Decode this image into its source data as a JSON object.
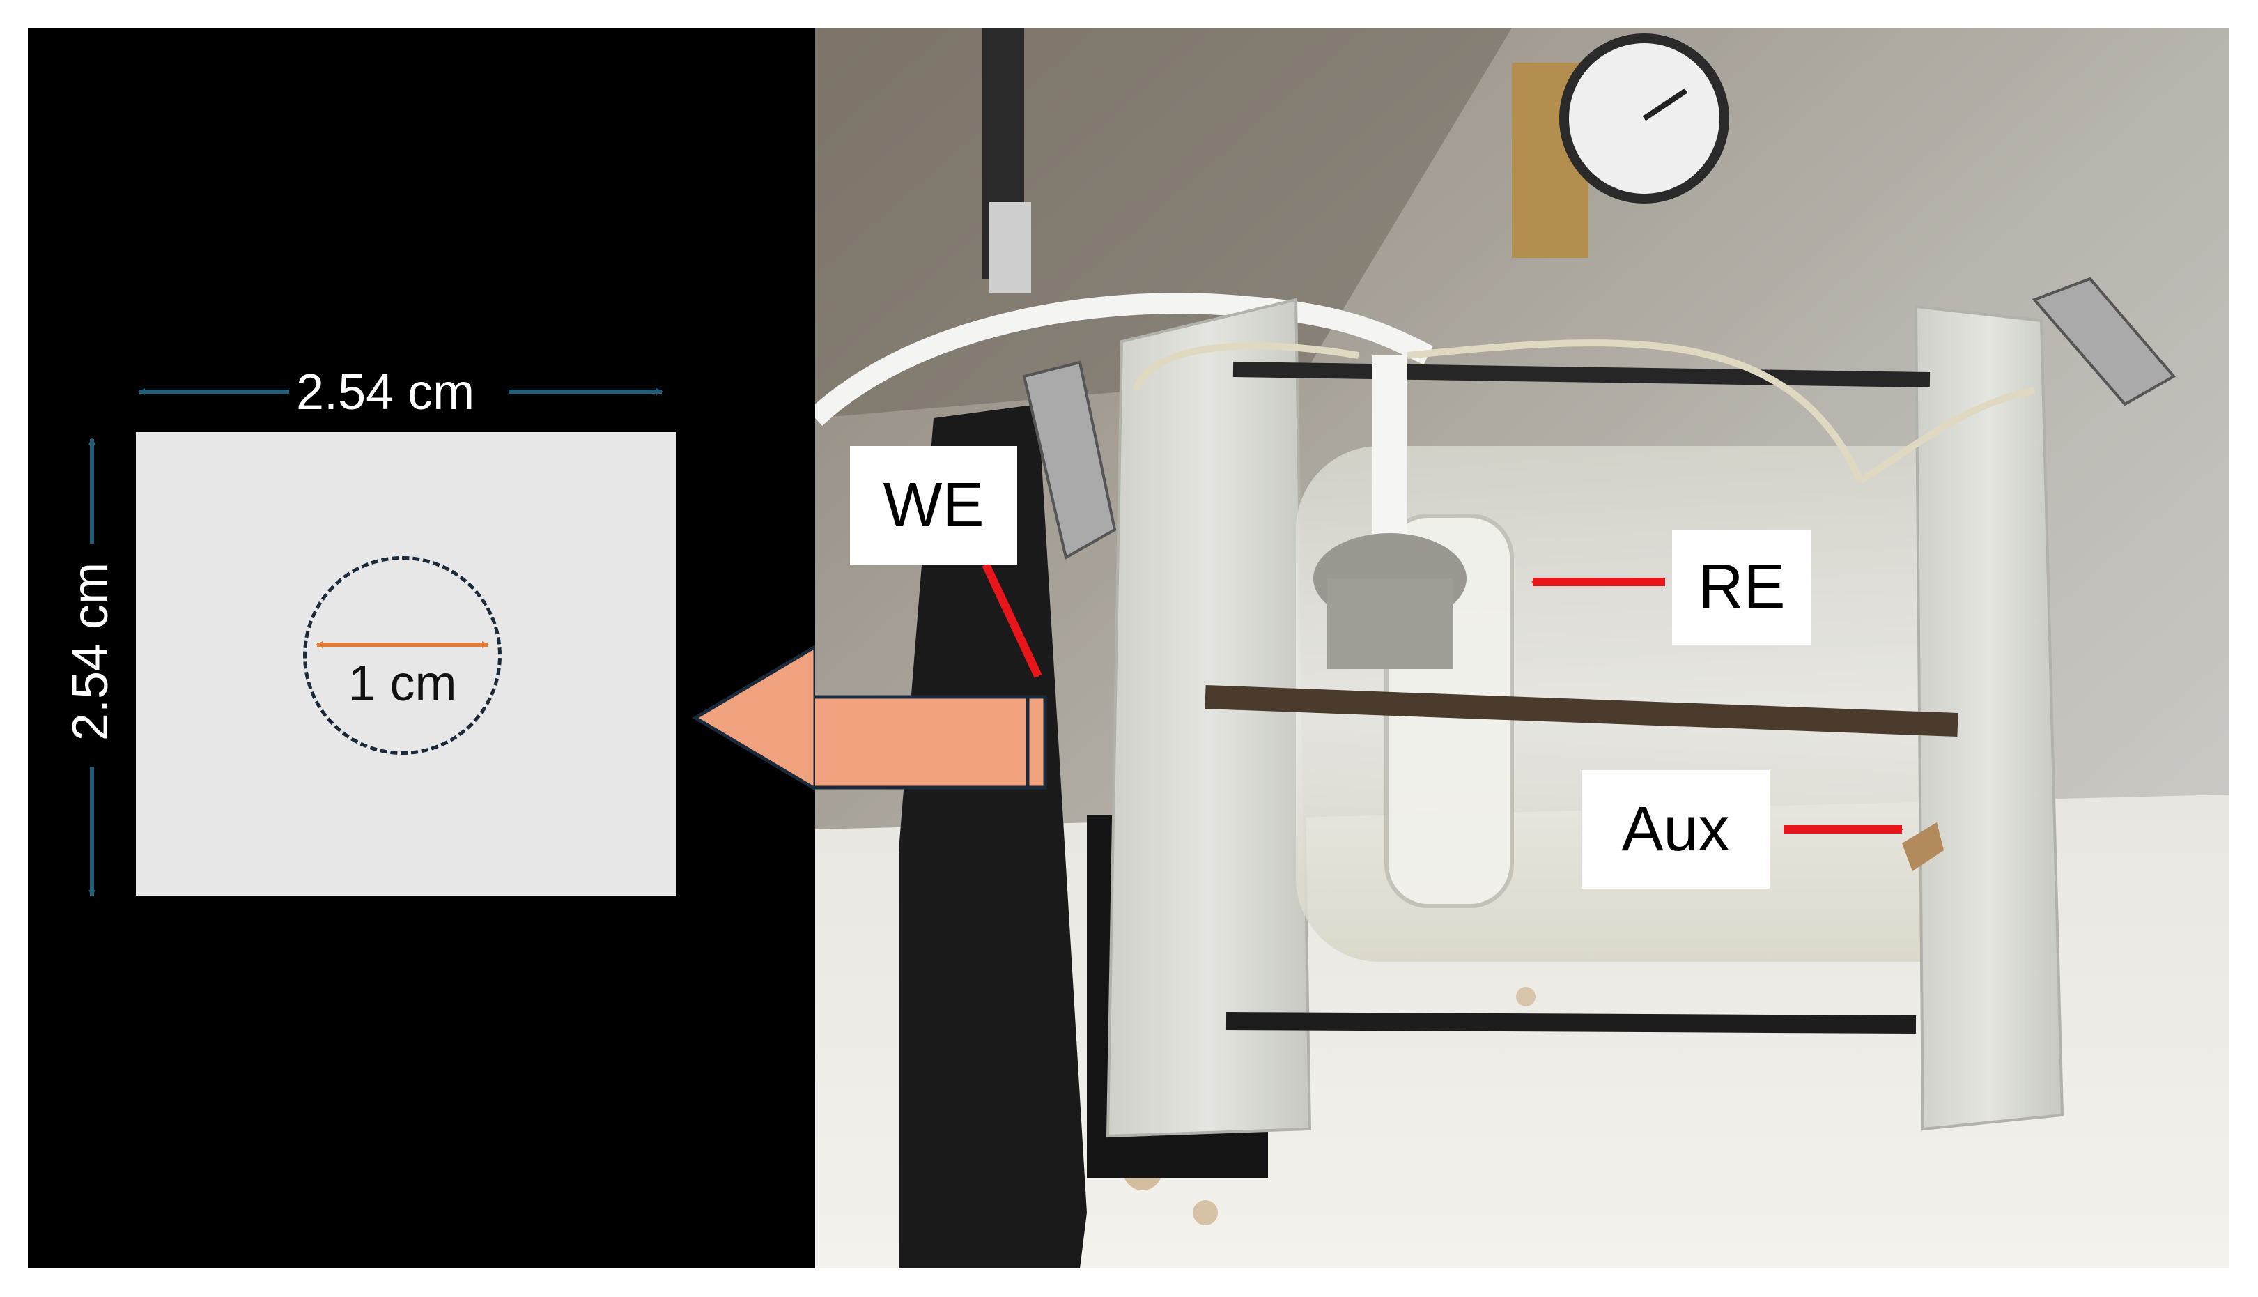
{
  "schematic": {
    "width_label": "2.54 cm",
    "height_label": "2.54 cm",
    "circle_label": "1 cm"
  },
  "photo_labels": {
    "we": "WE",
    "re": "RE",
    "aux": "Aux"
  },
  "colors": {
    "background": "#000000",
    "sample": "#e7e7e7",
    "dimension_arrow": "#1f5f7a",
    "circle_arrow": "#e07b39",
    "pointer_arrow": "#f0a27e",
    "label_arrow": "#e8161b"
  }
}
